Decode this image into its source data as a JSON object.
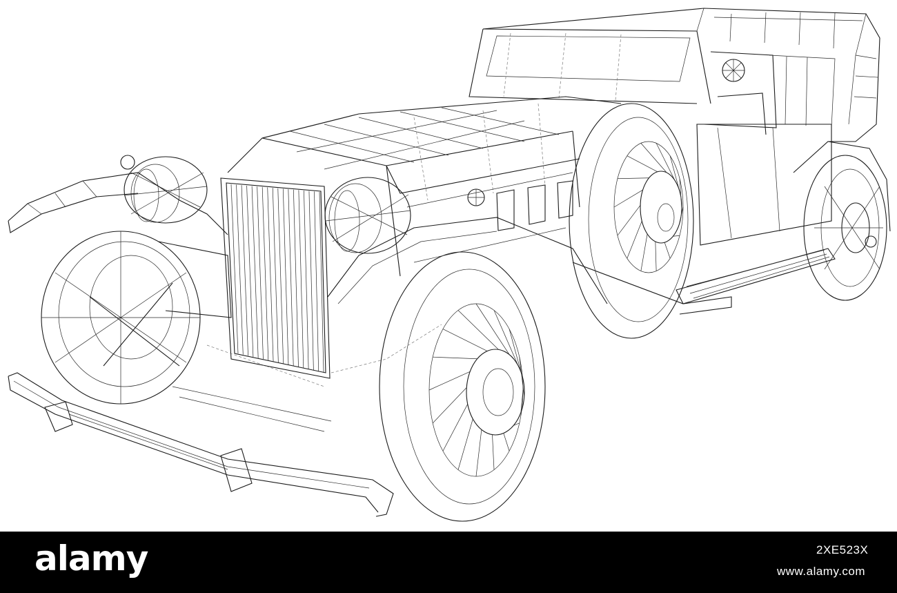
{
  "watermark": {
    "logo_text": "alamy",
    "image_id": "2XE523X",
    "site": "www.alamy.com"
  },
  "colors": {
    "background": "#ffffff",
    "linework": "#1a1a1a",
    "footer_bg": "#000000",
    "footer_text": "#ffffff"
  }
}
